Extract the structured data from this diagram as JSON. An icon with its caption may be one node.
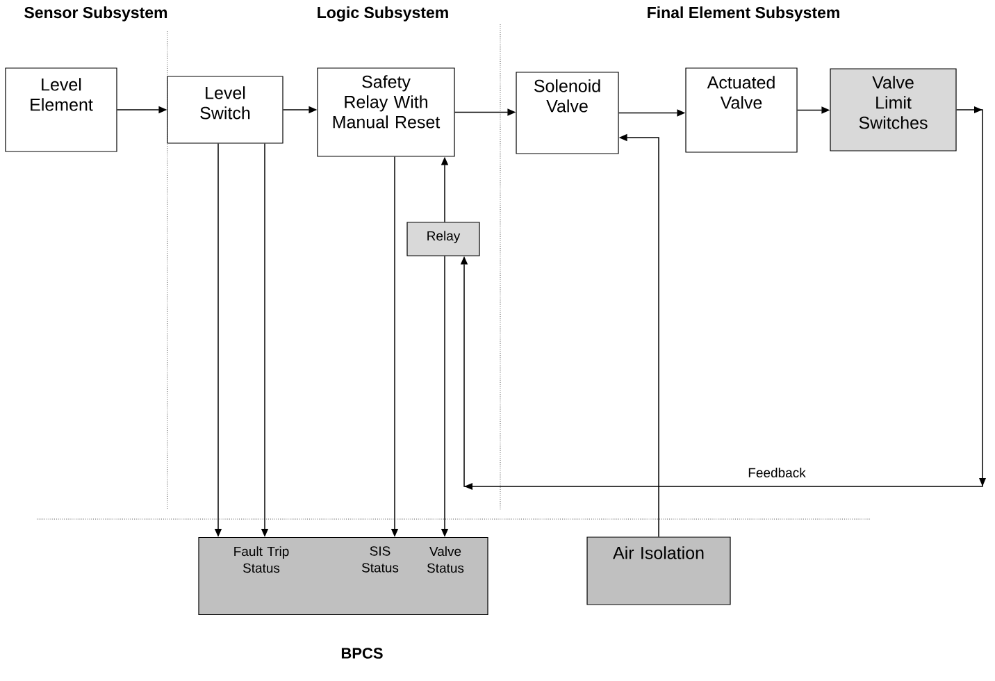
{
  "diagram": {
    "nodes": [
      {
        "text": [
          "Level Element"
        ]
      },
      {
        "text": [
          "Level Switch"
        ]
      },
      {
        "text": [
          "Safety Relay With Manual Reset"
        ]
      },
      {
        "text": [
          "Relay"
        ]
      },
      {
        "text": [
          "Solenoid Valve"
        ]
      },
      {
        "text": [
          "Actuated Valve"
        ]
      },
      {
        "text": [
          "Valve Limit Switches"
        ]
      },
      {
        "text": [
          "Fault Trip Status",
          "SIS Status",
          "Valve Status"
        ],
        "beside": [
          "BPCS"
        ]
      },
      {
        "text": [
          "Air Isolation"
        ]
      }
    ],
    "edges": [
      {
        "from": 0,
        "to": 1,
        "arrow": "to"
      },
      {
        "from": 1,
        "to": 2,
        "arrow": "to"
      },
      {
        "from": 2,
        "to": 4,
        "arrow": "to"
      },
      {
        "from": 4,
        "to": 5,
        "arrow": "to"
      },
      {
        "from": 5,
        "to": 6,
        "arrow": "to"
      },
      {
        "from": 6,
        "to": 3,
        "arrow": "to",
        "label": "Feedback"
      },
      {
        "from": 3,
        "to": 2,
        "arrow": "to"
      },
      {
        "from": 1,
        "to": 7,
        "arrow": "to"
      },
      {
        "from": 1,
        "to": 7,
        "arrow": "to"
      },
      {
        "from": 2,
        "to": 7,
        "arrow": "to"
      },
      {
        "from": 3,
        "to": 7,
        "arrow": "to"
      },
      {
        "from": 8,
        "to": 4,
        "arrow": "to"
      }
    ],
    "labels": [
      "Sensor Subsystem",
      "Logic Subsystem",
      "Final Element Subsystem"
    ]
  }
}
